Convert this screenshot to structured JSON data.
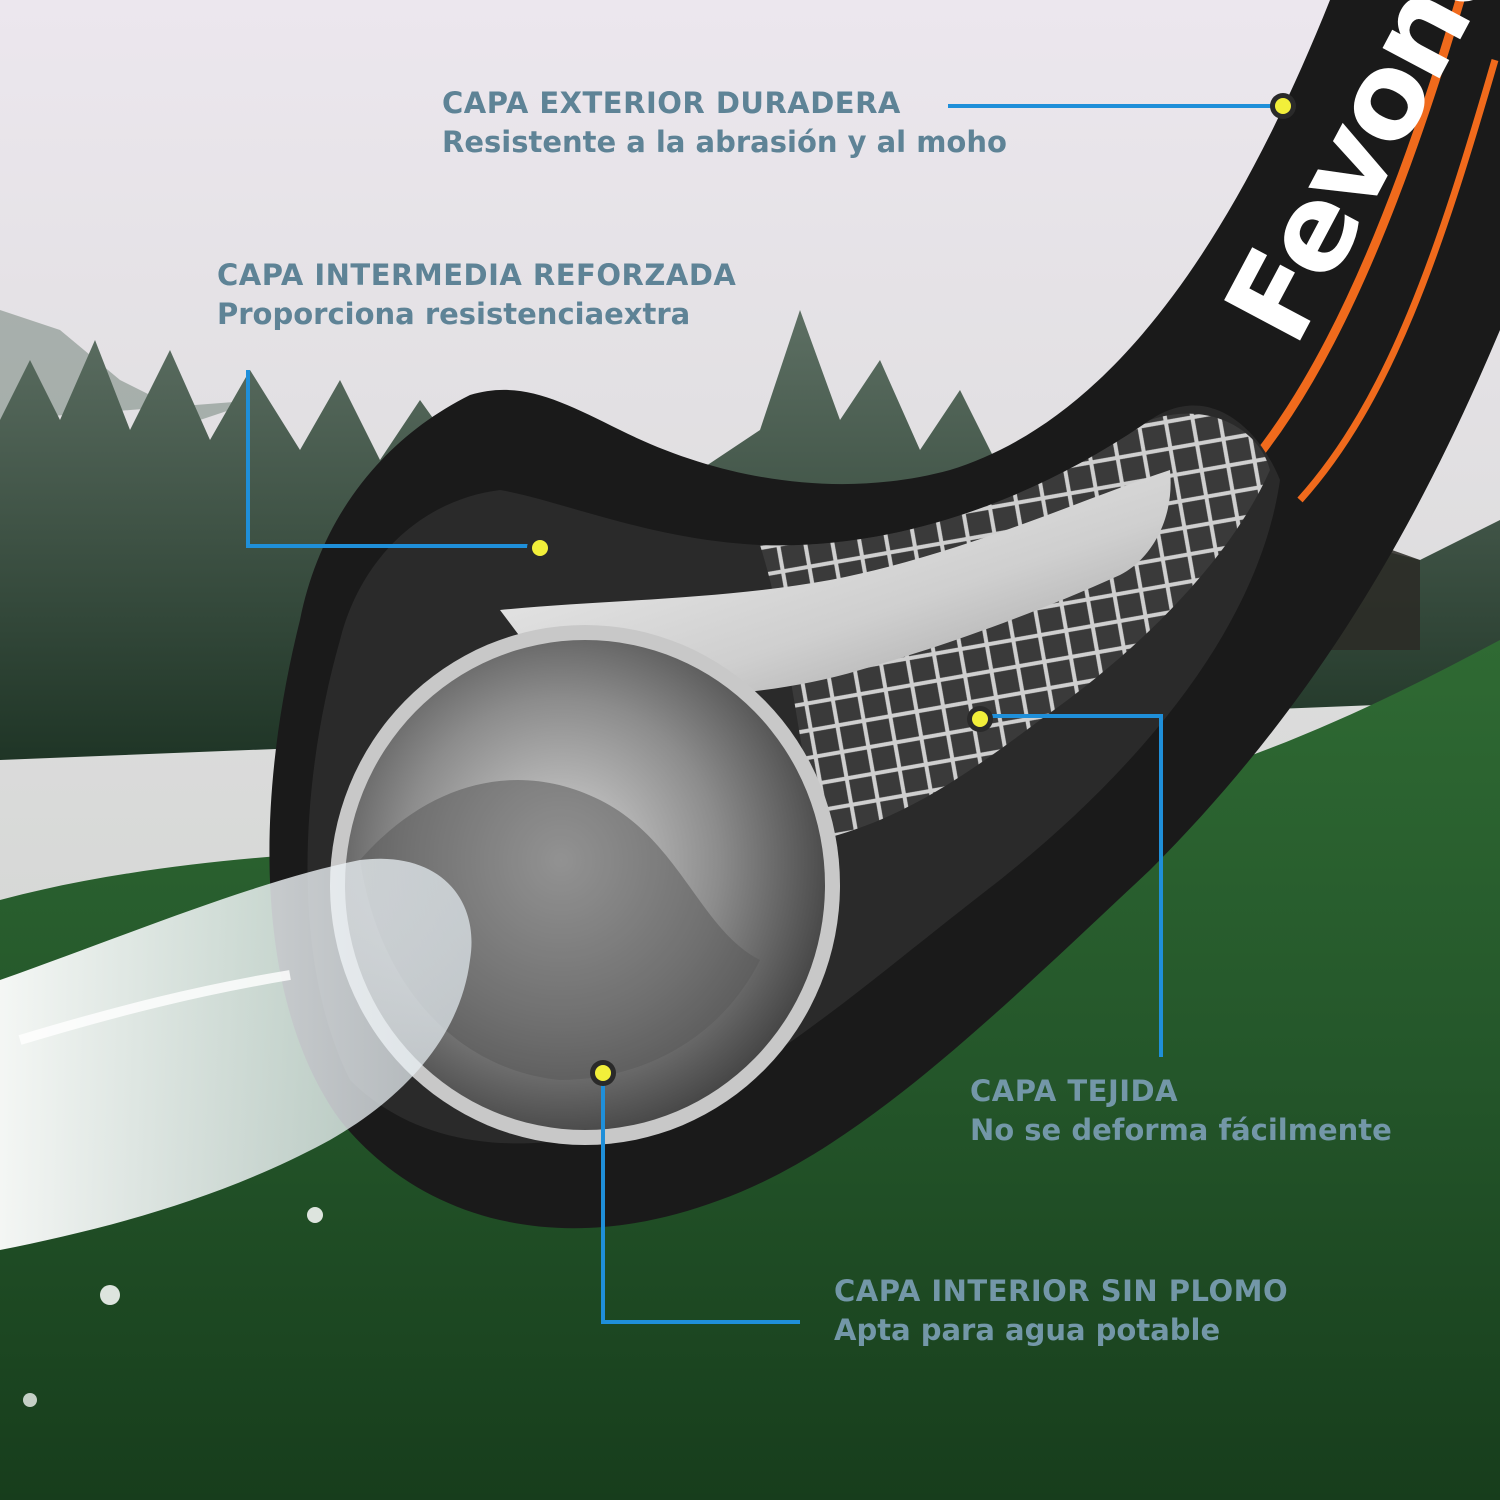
{
  "brand": {
    "name": "Fevone"
  },
  "colors": {
    "accent_line": "#1f8fd9",
    "dot": "#f2ef3a",
    "hose_outer": "#1a1a1a",
    "hose_stripe": "#f06a1c",
    "text": "#5e8396"
  },
  "callouts": [
    {
      "id": "outer",
      "title": "CAPA EXTERIOR DURADERA",
      "subtitle": "Resistente a la abrasión y al moho"
    },
    {
      "id": "middle",
      "title": "CAPA INTERMEDIA REFORZADA",
      "subtitle": "Proporciona resistenciaextra"
    },
    {
      "id": "woven",
      "title": "CAPA TEJIDA",
      "subtitle": "No se deforma fácilmente"
    },
    {
      "id": "inner",
      "title": "CAPA INTERIOR SIN PLOMO",
      "subtitle": "Apta para agua potable"
    }
  ]
}
